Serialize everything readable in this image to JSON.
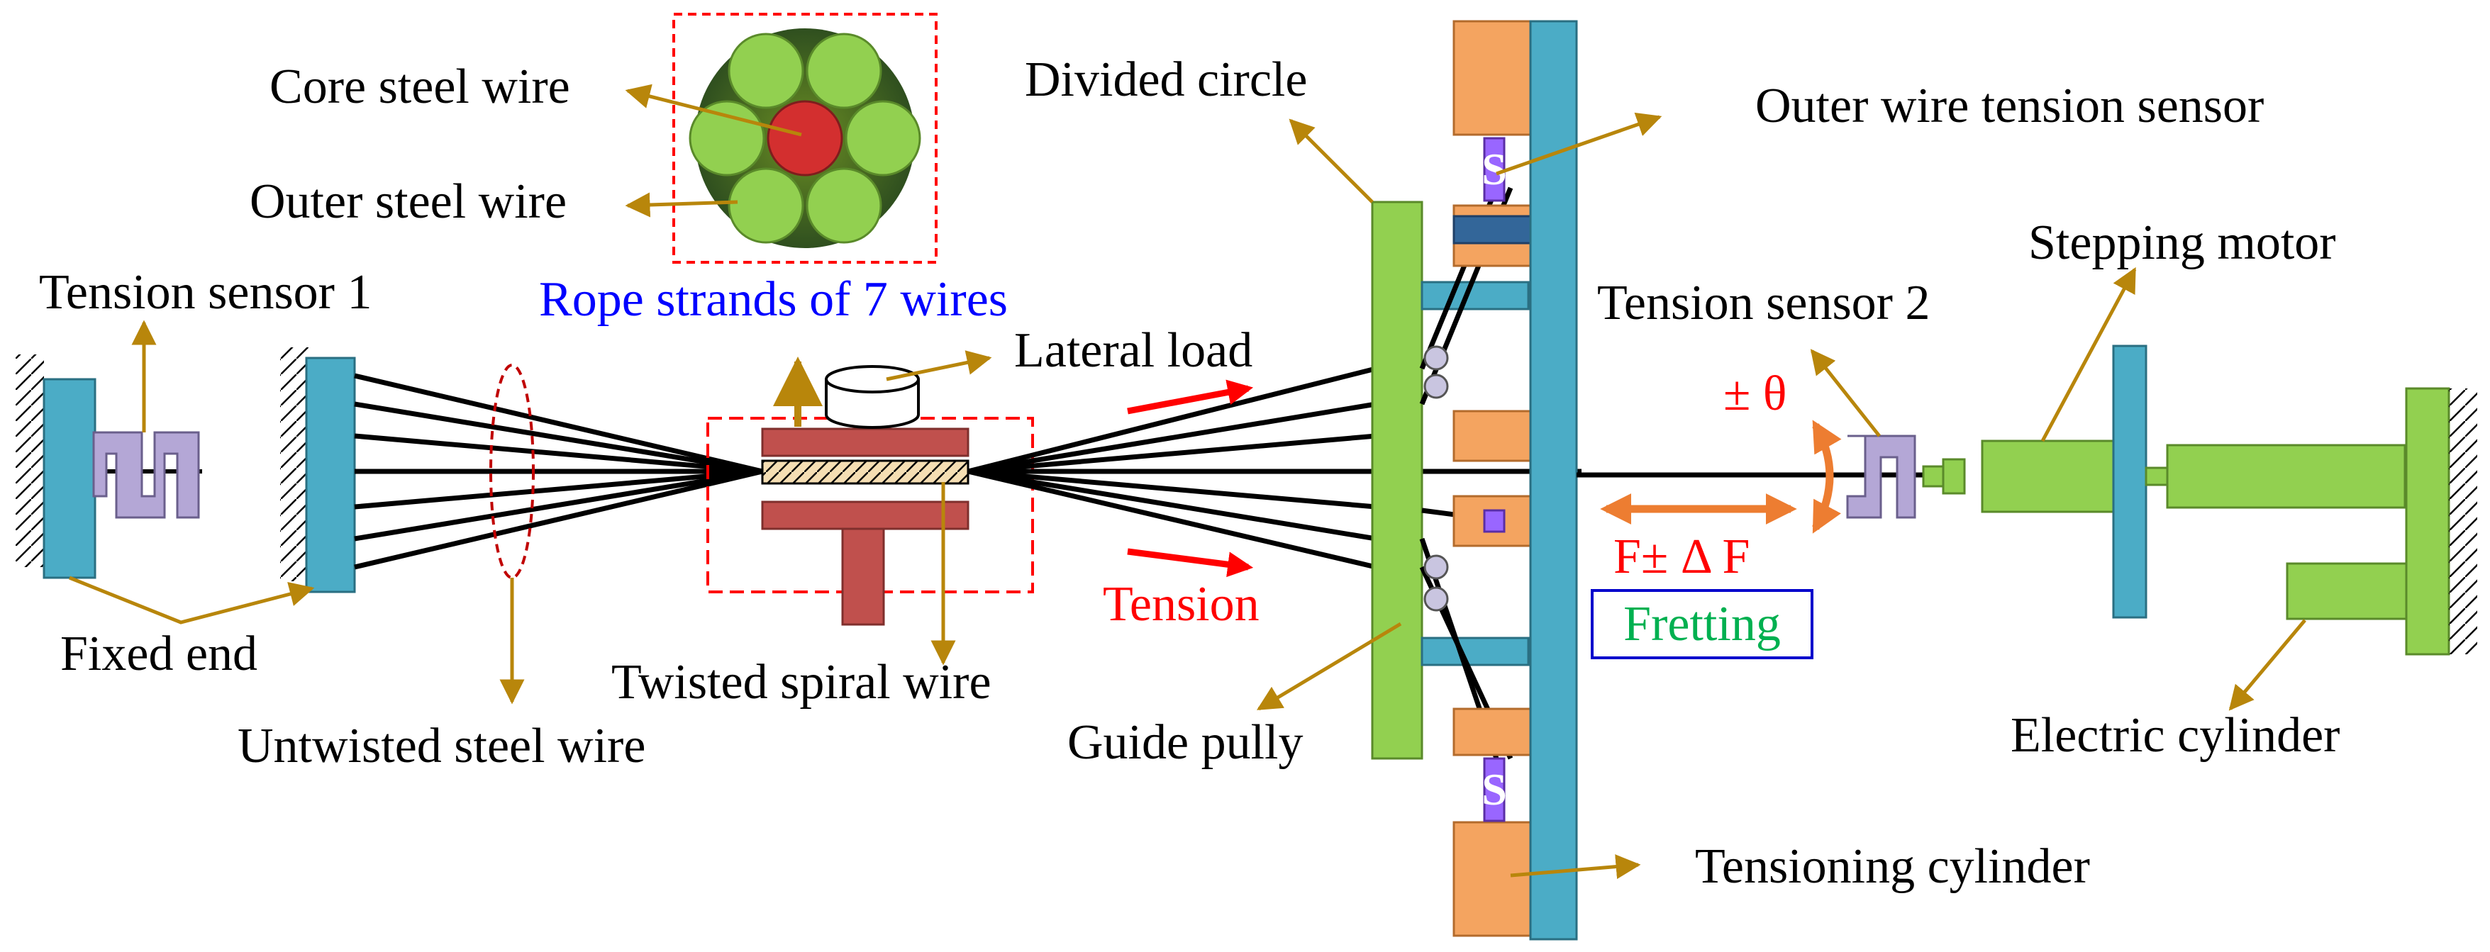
{
  "labels": {
    "core_steel_wire": "Core steel wire",
    "outer_steel_wire": "Outer steel wire",
    "divided_circle": "Divided circle",
    "outer_wire_tension_sensor": "Outer wire tension sensor",
    "tension_sensor_1": "Tension sensor 1",
    "rope_strands": "Rope strands of 7 wires",
    "lateral_load": "Lateral load",
    "stepping_motor": "Stepping motor",
    "tension_sensor_2": "Tension sensor 2",
    "theta": "± θ",
    "tension": "Tension",
    "force": "F± Δ F",
    "fretting": "Fretting",
    "fixed_end": "Fixed end",
    "twisted_spiral_wire": "Twisted spiral wire",
    "guide_pully": "Guide pully",
    "untwisted_steel_wire": "Untwisted steel wire",
    "electric_cylinder": "Electric cylinder",
    "tensioning_cylinder": "Tensioning cylinder",
    "sensor_glyph": "S"
  },
  "colors": {
    "steel_blue": "#4bacc6",
    "sensor_purple": "#b4a7d6",
    "bright_purple": "#7030a0",
    "green": "#92d050",
    "orange": "#f4a460",
    "brick": "#c0504d",
    "leader": "#b8860b",
    "accent_orange": "#ed7d31",
    "red": "#ff0000",
    "blue": "#0000ff",
    "fretting_green": "#00b050"
  }
}
